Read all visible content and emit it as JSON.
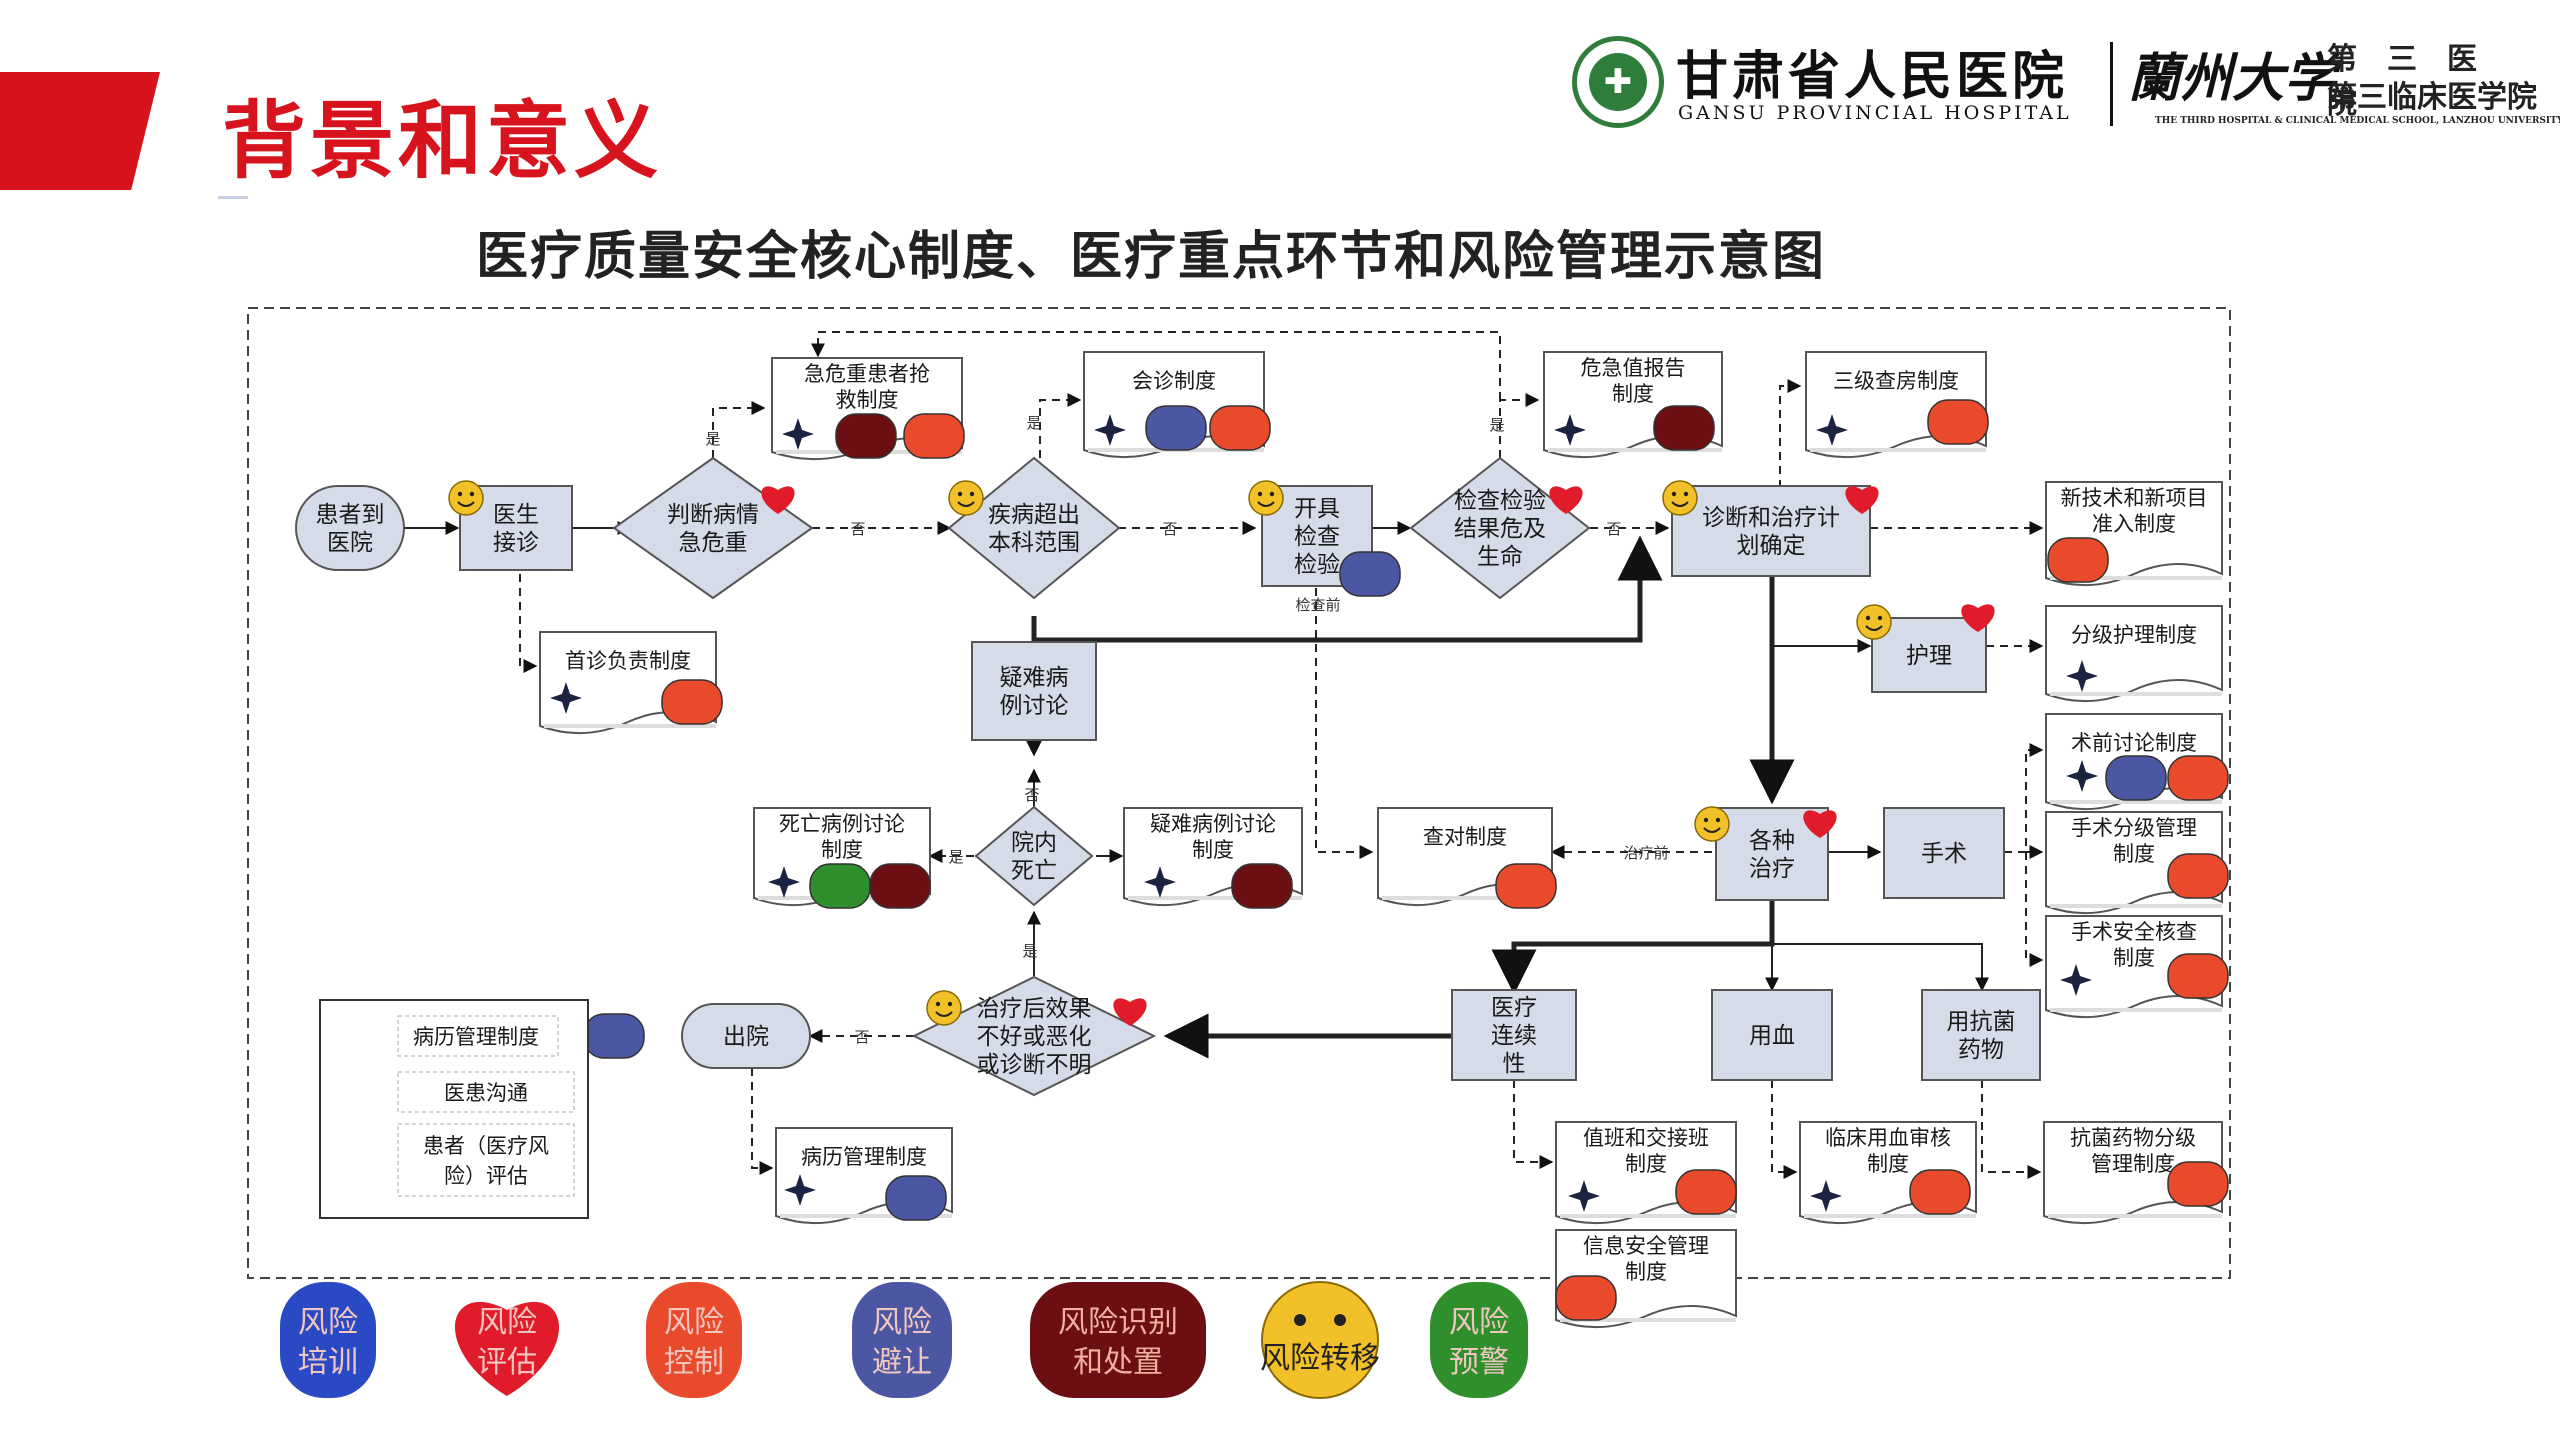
{
  "header": {
    "title": "背景和意义",
    "hospital_cn": "甘肃省人民医院",
    "hospital_en": "GANSU PROVINCIAL HOSPITAL",
    "university": "蘭州大学",
    "third_hospital_line1": "第三医院",
    "third_hospital_line2": "第三临床医学院",
    "third_hospital_en": "THE THIRD HOSPITAL & CLINICAL MEDICAL SCHOOL, LANZHOU UNIVERSITY"
  },
  "diagram": {
    "title": "医疗质量安全核心制度、医疗重点环节和风险管理示意图",
    "process": {
      "patient_arrival": "患者到医院",
      "doctor_visit": "医生接诊",
      "judge_critical": "判断病情急危重",
      "beyond_scope": "疾病超出本科范围",
      "order_tests": "开具检查检验",
      "test_results_critical": "检查检验结果危及生命",
      "diagnosis_plan": "诊断和治疗计划确定",
      "nursing": "护理",
      "treatment": "各种治疗",
      "surgery": "手术",
      "continuity": "医疗连续性",
      "blood_use": "用血",
      "antibiotics": "用抗菌药物",
      "difficult_case_discussion": "疑难病例讨论",
      "in_hospital_death": "院内死亡",
      "treatment_outcome": "治疗后效果不好或恶化或诊断不明",
      "discharge": "出院"
    },
    "systems": {
      "emergency_rescue": "急危重患者抢救制度",
      "consultation": "会诊制度",
      "critical_value": "危急值报告制度",
      "three_level_rounds": "三级查房制度",
      "new_tech": "新技术和新项目准入制度",
      "first_diagnosis": "首诊负责制度",
      "graded_nursing": "分级护理制度",
      "preop_discussion": "术前讨论制度",
      "surgical_grading": "手术分级管理制度",
      "surgical_safety_check": "手术安全核查制度",
      "check_system": "查对制度",
      "difficult_case_system": "疑难病例讨论制度",
      "death_case_discussion": "死亡病例讨论制度",
      "medical_record": "病历管理制度",
      "shift_handover": "值班和交接班制度",
      "clinical_blood_review": "临床用血审核制度",
      "antibiotic_grading": "抗菌药物分级管理制度",
      "info_security": "信息安全管理制度"
    },
    "edge_labels": {
      "yes": "是",
      "no": "否",
      "before_test": "检查前",
      "before_treatment": "治疗前"
    },
    "legend": {
      "medical_record_system": "病历管理制度",
      "doctor_patient_communication": "医患沟通",
      "patient_risk_assessment": "患者（医疗风险）评估"
    },
    "risk_legend": [
      {
        "label": "风险培训",
        "color": "#2a49c4"
      },
      {
        "label": "风险评估",
        "color": "#e01c2a"
      },
      {
        "label": "风险控制",
        "color": "#ea4a2c"
      },
      {
        "label": "风险避让",
        "color": "#4b57a3"
      },
      {
        "label": "风险识别和处置",
        "color": "#6b0f12"
      },
      {
        "label": "风险转移",
        "color": "#f2c12a"
      },
      {
        "label": "风险预警",
        "color": "#2f8f2c"
      }
    ]
  }
}
